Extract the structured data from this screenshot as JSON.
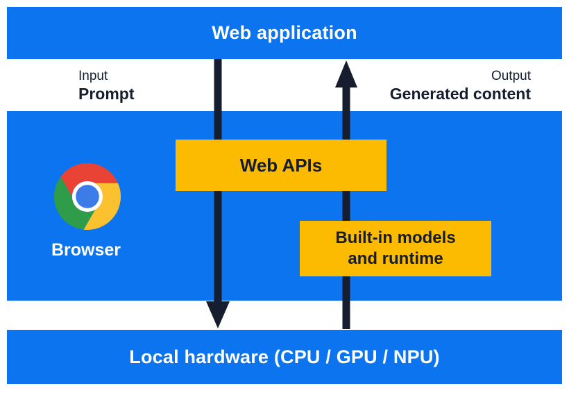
{
  "diagram": {
    "top_bar": {
      "label": "Web application"
    },
    "io": {
      "input_caption": "Input",
      "input_value": "Prompt",
      "output_caption": "Output",
      "output_value": "Generated content"
    },
    "browser": {
      "label": "Browser",
      "icon": "chrome-browser-icon"
    },
    "boxes": {
      "web_apis": "Web APIs",
      "builtin_line1": "Built-in models",
      "builtin_line2": "and runtime"
    },
    "bottom_bar": {
      "label": "Local hardware (CPU / GPU / NPU)"
    },
    "arrows": [
      {
        "name": "prompt-down-arrow",
        "direction": "down",
        "from": "Web application",
        "to": "Local hardware"
      },
      {
        "name": "generated-content-up-arrow",
        "direction": "up",
        "from": "Local hardware",
        "to": "Web application"
      }
    ]
  },
  "colors": {
    "blue": "#0b74ee",
    "yellow": "#fcba00",
    "ink": "#151d2e",
    "white": "#ffffff",
    "chrome_red": "#e94335",
    "chrome_yellow": "#fcc12e",
    "chrome_green": "#2e9c49",
    "chrome_blue": "#3b7ce9"
  }
}
